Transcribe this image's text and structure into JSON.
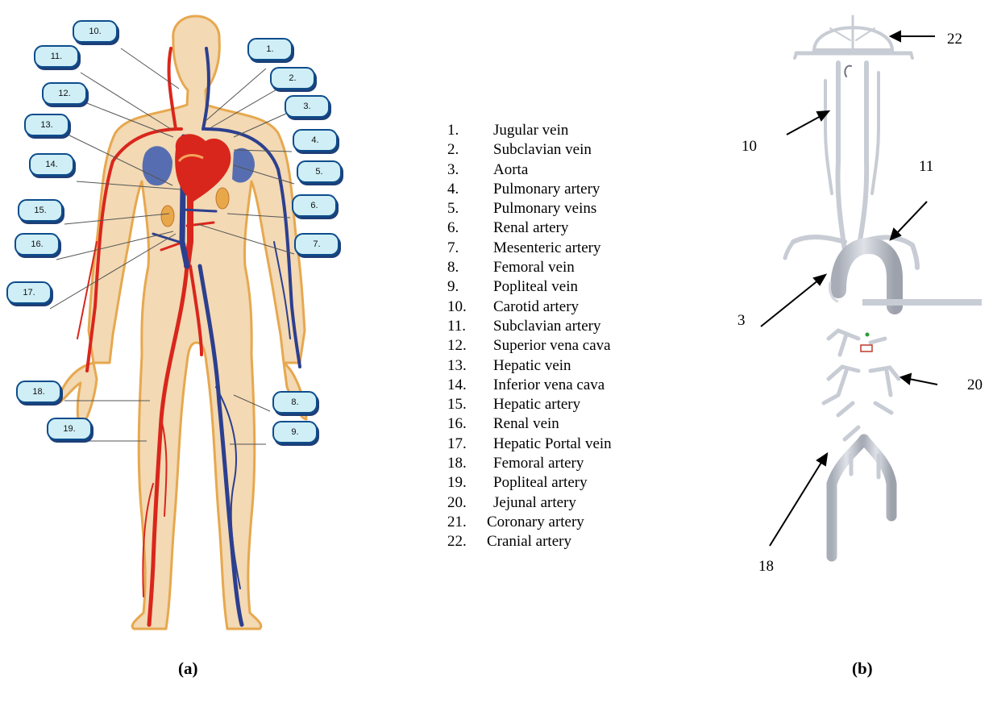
{
  "panel_a": {
    "caption": "(a)",
    "callouts": {
      "c1": "1.",
      "c2": "2.",
      "c3": "3.",
      "c4": "4.",
      "c5": "5.",
      "c6": "6.",
      "c7": "7.",
      "c8": "8.",
      "c9": "9.",
      "c10": "10.",
      "c11": "11.",
      "c12": "12.",
      "c13": "13.",
      "c14": "14.",
      "c15": "15.",
      "c16": "16.",
      "c17": "17.",
      "c18": "18.",
      "c19": "19."
    }
  },
  "legend": [
    {
      "num": "1.",
      "label": "Jugular vein"
    },
    {
      "num": "2.",
      "label": "Subclavian vein"
    },
    {
      "num": "3.",
      "label": "Aorta"
    },
    {
      "num": "4.",
      "label": "Pulmonary artery"
    },
    {
      "num": "5.",
      "label": "Pulmonary veins"
    },
    {
      "num": "6.",
      "label": "Renal artery"
    },
    {
      "num": "7.",
      "label": "Mesenteric artery"
    },
    {
      "num": "8.",
      "label": "Femoral vein"
    },
    {
      "num": "9.",
      "label": "Popliteal  vein"
    },
    {
      "num": "10.",
      "label": "Carotid artery"
    },
    {
      "num": "11.",
      "label": "Subclavian artery"
    },
    {
      "num": "12.",
      "label": "Superior vena cava"
    },
    {
      "num": "13.",
      "label": "Hepatic vein"
    },
    {
      "num": "14.",
      "label": "Inferior vena cava"
    },
    {
      "num": "15.",
      "label": "Hepatic artery"
    },
    {
      "num": "16.",
      "label": "Renal vein"
    },
    {
      "num": "17.",
      "label": "Hepatic Portal vein"
    },
    {
      "num": "18.",
      "label": "Femoral artery"
    },
    {
      "num": "19.",
      "label": "Popliteal artery"
    },
    {
      "num": "20.",
      "label": "Jejunal artery"
    },
    {
      "num": "21.",
      "label": "Coronary artery"
    },
    {
      "num": "22.",
      "label": "Cranial artery"
    }
  ],
  "panel_b": {
    "caption": "(b)",
    "labels": {
      "l22": "22",
      "l10": "10",
      "l11": "11",
      "l3": "3",
      "l20": "20",
      "l18": "18"
    }
  },
  "colors": {
    "artery": "#d9261c",
    "vein": "#2c3f8f",
    "skin": "#f3d9b4",
    "callout_fill": "#cfeef6",
    "model": "#c8ccd4"
  }
}
